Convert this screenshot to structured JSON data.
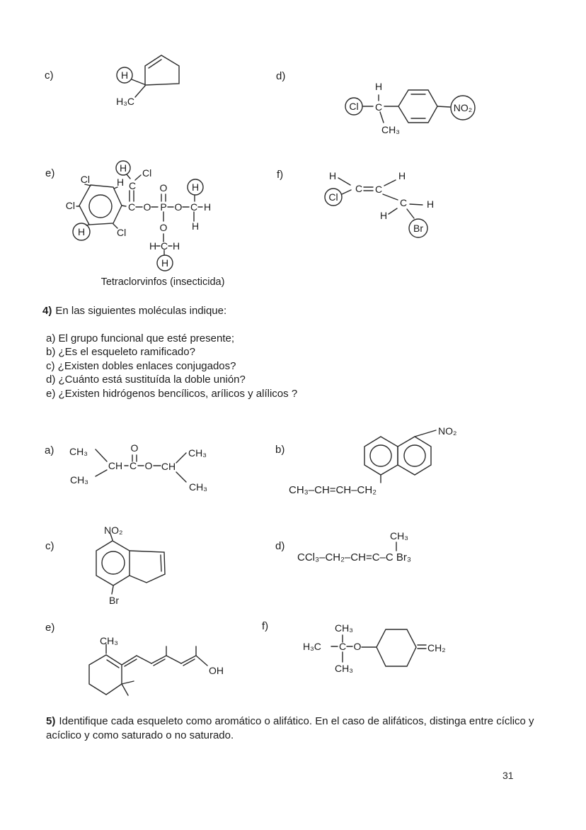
{
  "page": {
    "number": "31"
  },
  "section1": {
    "label_c": "c)",
    "label_d": "d)",
    "label_e": "e)",
    "label_f": "f)",
    "mol_c": {
      "h_circled": "H",
      "h3c": "H₃C"
    },
    "mol_d": {
      "cl": "Cl",
      "h": "H",
      "c": "C",
      "ch3": "CH₃",
      "no2": "NO₂"
    },
    "mol_e": {
      "cl_top_left": "Cl",
      "cl_left": "Cl",
      "h_bottom_left": "H",
      "cl_bottom": "Cl",
      "h_ring": "H",
      "h_vinyl": "H",
      "cl_vinyl": "Cl",
      "c_top": "C",
      "c_ipso": "C",
      "o_ester": "O",
      "p": "P",
      "o_double": "O",
      "o_right": "O",
      "c_right": "C",
      "h_right_top": "H",
      "h_right_end": "H",
      "h_right_bottom": "H",
      "o_below": "O",
      "h_bot_left": "H",
      "c_bottom": "C",
      "h_bot_right": "H",
      "h_bot_circle": "H",
      "caption": "Tetraclorvinfos (insecticida)"
    },
    "mol_f": {
      "h_top_left": "H",
      "cl": "Cl",
      "c1": "C",
      "c2": "C",
      "h_top_right": "H",
      "c3": "C",
      "h_left": "H",
      "h_right": "H",
      "br": "Br"
    }
  },
  "question4": {
    "number": "4)",
    "title": "En las siguientes moléculas indique:",
    "items": [
      "a) El grupo funcional que esté presente;",
      "b) ¿Es el esqueleto ramificado?",
      "c) ¿Existen dobles enlaces conjugados?",
      "d) ¿Cuánto está sustituída la doble unión?",
      "e) ¿Existen hidrógenos bencílicos, arílicos y alílicos ?"
    ]
  },
  "section2": {
    "label_a": "a)",
    "label_b": "b)",
    "label_c": "c)",
    "label_d": "d)",
    "label_e": "e)",
    "label_f": "f)",
    "mol_a": {
      "ch3_tl": "CH₃",
      "ch3_bl": "CH₃",
      "ch_left": "CH",
      "c": "C",
      "o_double": "O",
      "o": "O",
      "ch_right": "CH",
      "ch3_tr": "CH₃",
      "ch3_br": "CH₃"
    },
    "mol_b": {
      "no2": "NO₂",
      "chain": "CH₃–CH=CH–CH₂"
    },
    "mol_c": {
      "no2": "NO₂",
      "br": "Br"
    },
    "mol_d": {
      "ch3": "CH₃",
      "formula": "CCl₃–CH₂–CH=C–C Br₃"
    },
    "mol_e": {
      "ch3": "CH₃",
      "oh": "OH"
    },
    "mol_f": {
      "ch3_top": "CH₃",
      "h3c": "H₃C",
      "c": "C",
      "o": "O",
      "ch3_bottom": "CH₃",
      "ch2": "CH₂"
    }
  },
  "question5": {
    "number": "5)",
    "text": "Identifique cada esqueleto como aromático o alifático. En el caso de alifáticos, distinga entre cíclico y acíclico y como saturado o no saturado."
  }
}
